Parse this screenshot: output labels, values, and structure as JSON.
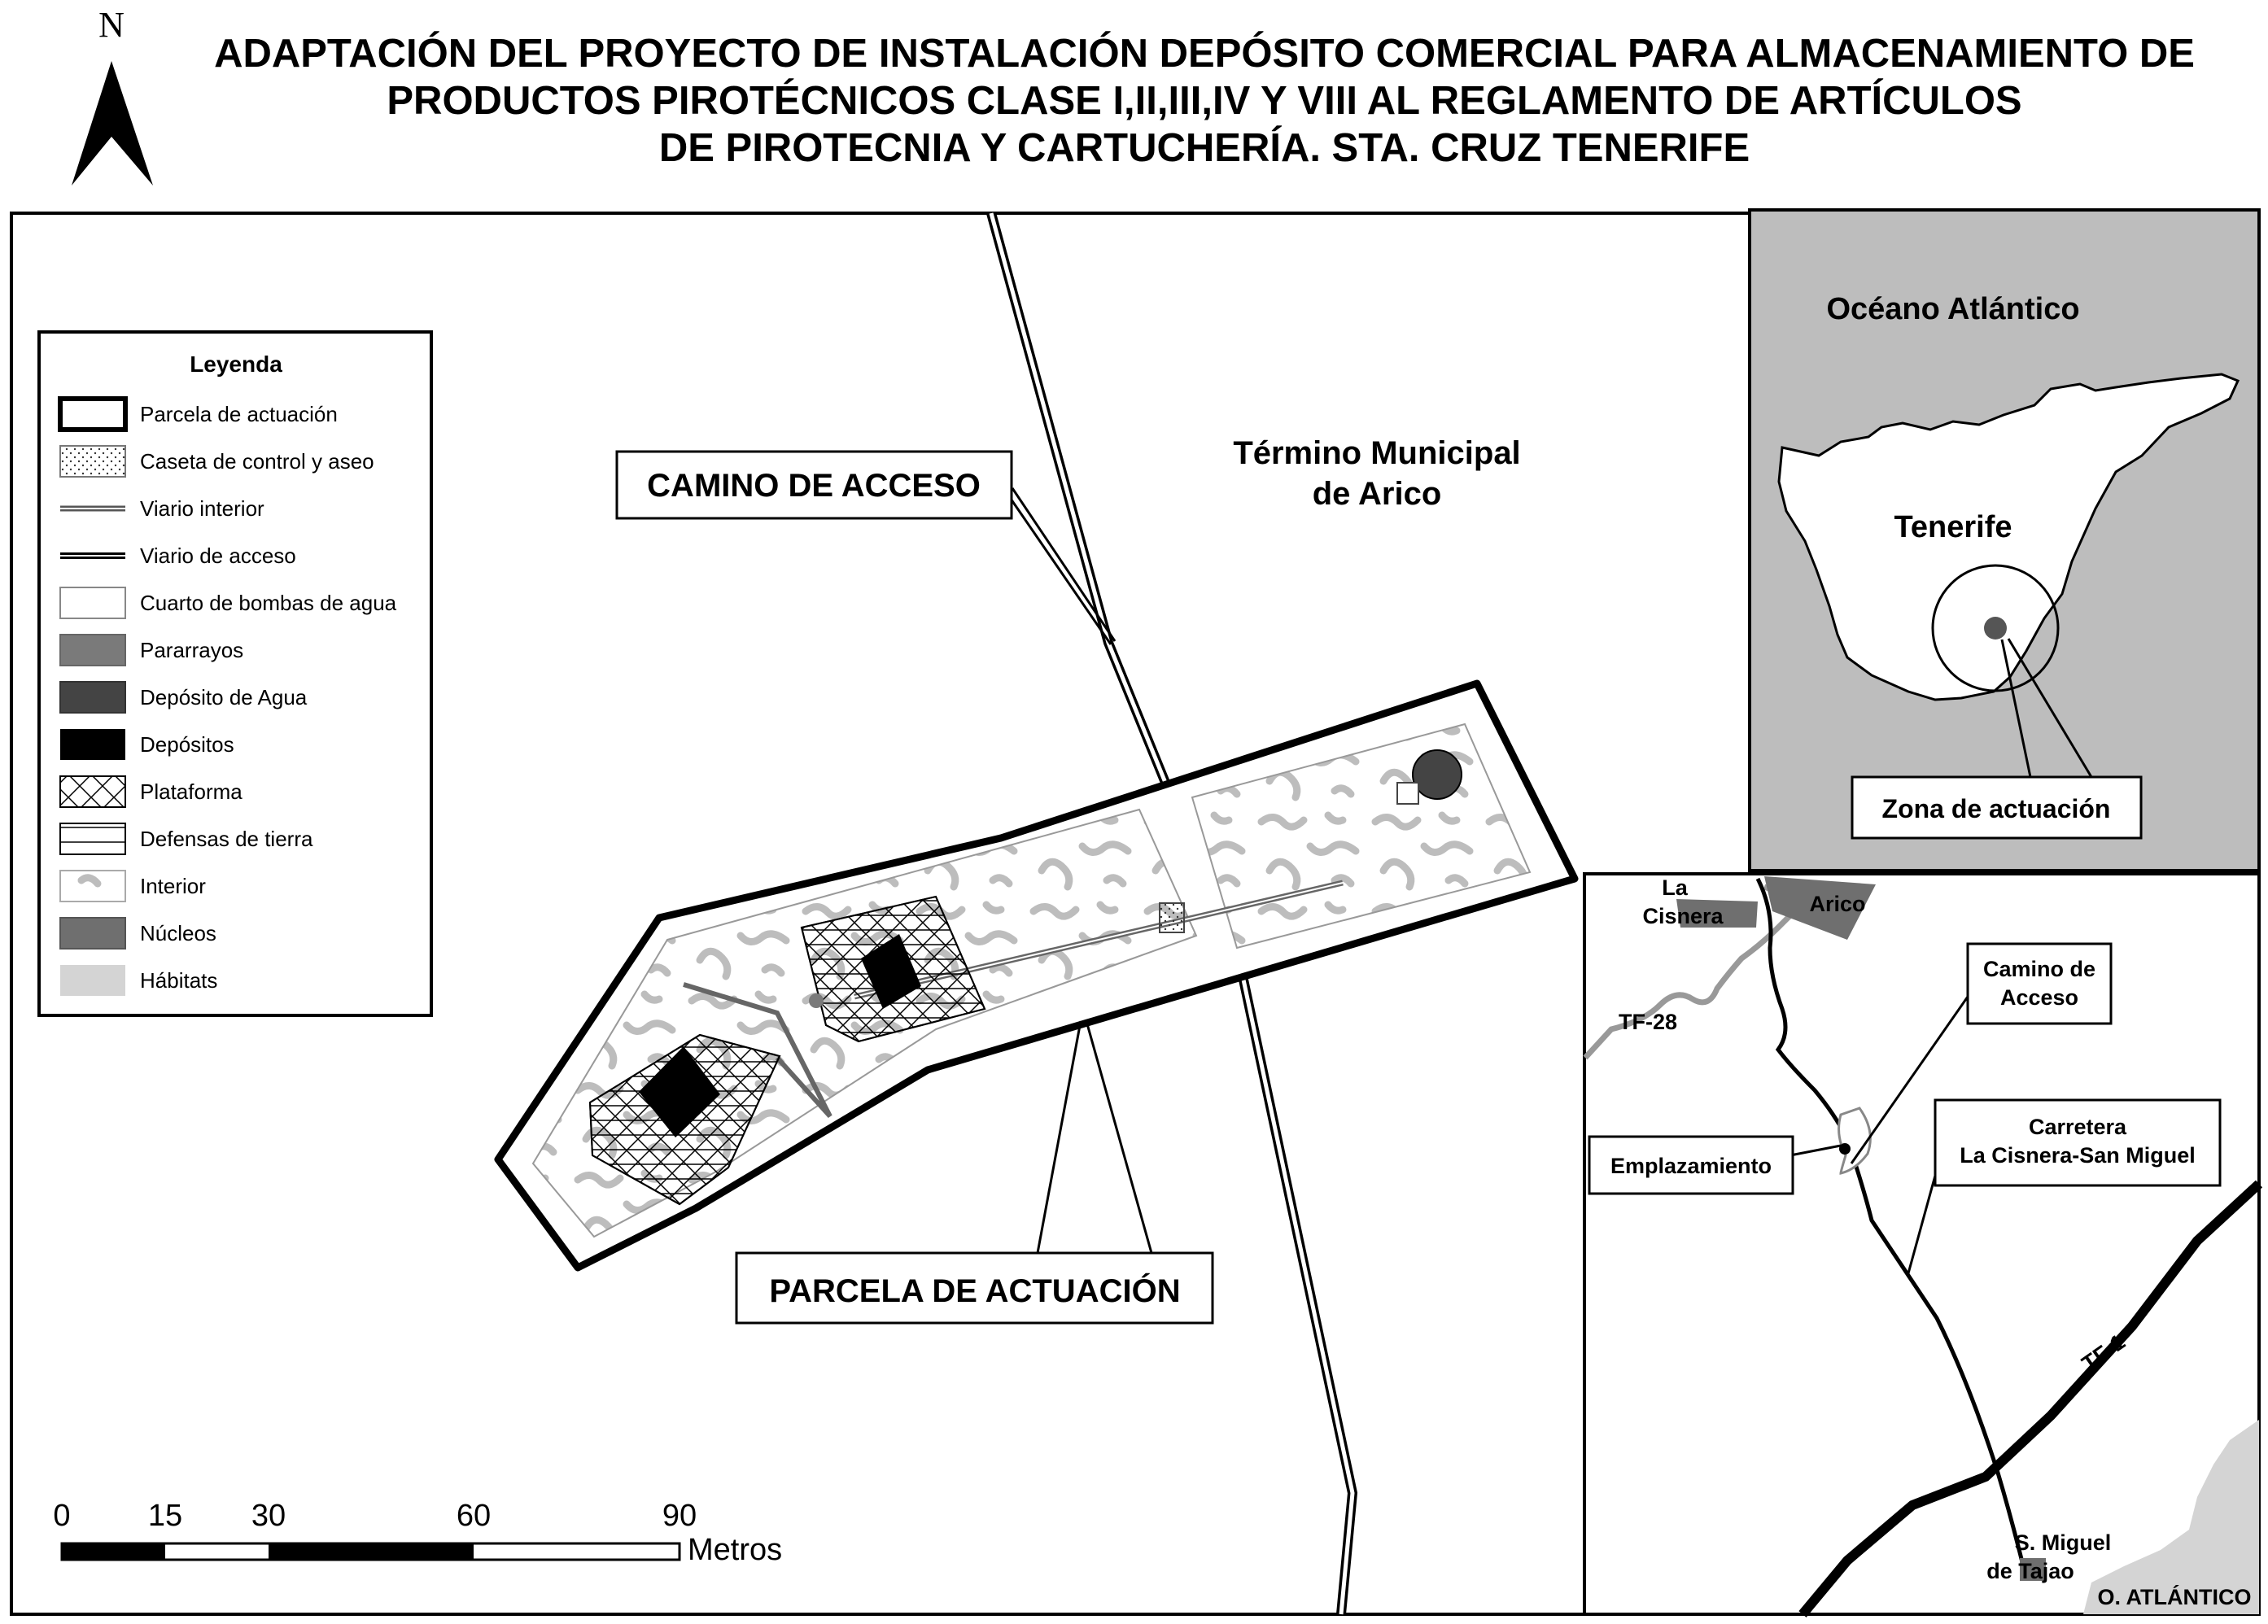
{
  "north_arrow": {
    "label": "N"
  },
  "title": {
    "line1": "ADAPTACIÓN DEL PROYECTO DE INSTALACIÓN DEPÓSITO COMERCIAL PARA ALMACENAMIENTO DE",
    "line2": "PRODUCTOS PIROTÉCNICOS CLASE I,II,III,IV Y VIII AL REGLAMENTO DE ARTÍCULOS",
    "line3": "DE PIROTECNIA Y CARTUCHERÍA. STA. CRUZ TENERIFE"
  },
  "legend": {
    "title": "Leyenda",
    "items": [
      {
        "label": "Parcela de actuación",
        "symbol": "thick-outline"
      },
      {
        "label": "Caseta de control y aseo",
        "symbol": "dotted-fill"
      },
      {
        "label": "Viario interior",
        "symbol": "double-line"
      },
      {
        "label": "Viario de acceso",
        "symbol": "double-line-dark"
      },
      {
        "label": "Cuarto de bombas de agua",
        "symbol": "white-fill"
      },
      {
        "label": "Pararrayos",
        "symbol": "mid-gray-fill",
        "color": "#7a7a7a"
      },
      {
        "label": "Depósito de Agua",
        "symbol": "dark-gray-fill",
        "color": "#444444"
      },
      {
        "label": "Depósitos",
        "symbol": "black-fill",
        "color": "#000000"
      },
      {
        "label": "Plataforma",
        "symbol": "crosshatch"
      },
      {
        "label": "Defensas de tierra",
        "symbol": "horizontal-hatch"
      },
      {
        "label": "Interior",
        "symbol": "blob-pattern"
      },
      {
        "label": "Núcleos",
        "symbol": "gray-fill",
        "color": "#6f6f6f"
      },
      {
        "label": "Hábitats",
        "symbol": "light-gray-fill",
        "color": "#d4d4d4"
      }
    ]
  },
  "main_map": {
    "municipality_label_1": "Término Municipal",
    "municipality_label_2": "de Arico",
    "access_road_label": "CAMINO DE ACCESO",
    "plot_label": "PARCELA DE ACTUACIÓN"
  },
  "scale_bar": {
    "ticks": [
      "0",
      "15",
      "30",
      "60",
      "90"
    ],
    "unit": "Metros"
  },
  "inset_island": {
    "ocean_label": "Océano Atlántico",
    "island_label": "Tenerife",
    "zone_label": "Zona de actuación",
    "background": "#bdbdbd"
  },
  "inset_local": {
    "place_1a": "La",
    "place_1b": "Cisnera",
    "place_2": "Arico",
    "road_1": "TF-28",
    "access_1": "Camino de",
    "access_2": "Acceso",
    "site": "Emplazamiento",
    "carretera_1": "Carretera",
    "carretera_2": "La Cisnera-San Miguel",
    "highway": "TF-1",
    "place_3a": "S. Miguel",
    "place_3b": "de Tajao",
    "ocean": "O. ATLÁNTICO"
  }
}
